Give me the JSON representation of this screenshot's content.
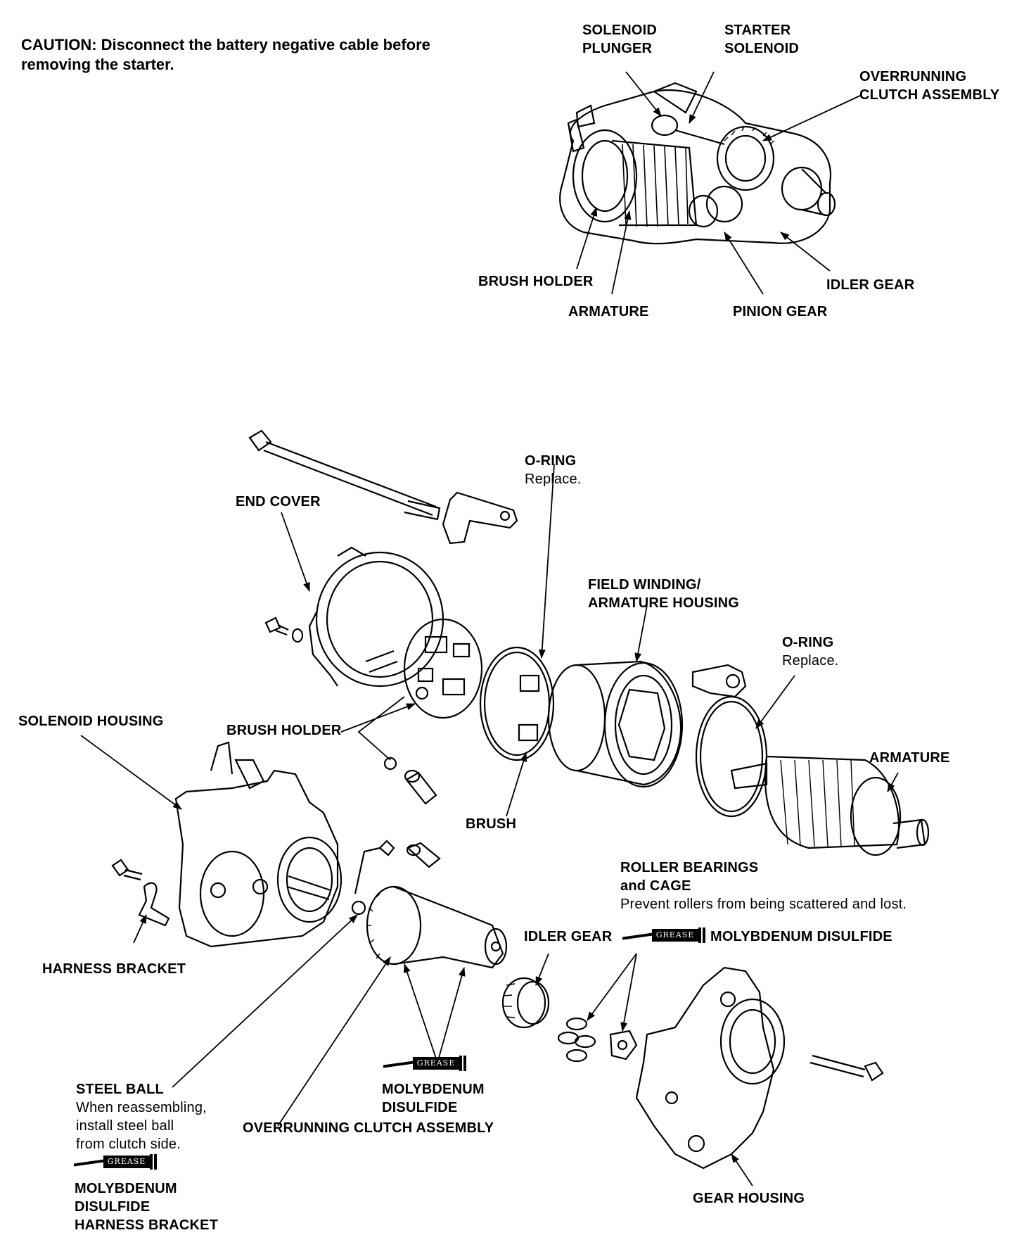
{
  "caution": "CAUTION:  Disconnect the battery negative cable before removing the starter.",
  "grease_tag": "GREASE",
  "top_labels": {
    "solenoid_plunger": "SOLENOID\nPLUNGER",
    "starter_solenoid": "STARTER\nSOLENOID",
    "overrunning_clutch": "OVERRUNNING\nCLUTCH ASSEMBLY",
    "brush_holder": "BRUSH HOLDER",
    "armature": "ARMATURE",
    "pinion_gear": "PINION GEAR",
    "idler_gear": "IDLER GEAR"
  },
  "exploded_labels": {
    "end_cover": "END COVER",
    "o_ring_1": "O-RING",
    "o_ring_1_note": "Replace.",
    "field_winding": "FIELD WINDING/\nARMATURE HOUSING",
    "o_ring_2": "O-RING",
    "o_ring_2_note": "Replace.",
    "solenoid_housing": "SOLENOID HOUSING",
    "brush_holder": "BRUSH HOLDER",
    "armature": "ARMATURE",
    "brush": "BRUSH",
    "roller_bearings": "ROLLER BEARINGS\nand CAGE",
    "roller_note": "Prevent rollers from being scattered and lost.",
    "idler_gear": "IDLER GEAR",
    "molybdenum_top": "MOLYBDENUM DISULFIDE",
    "harness_bracket": "HARNESS BRACKET",
    "steel_ball": "STEEL BALL",
    "steel_ball_note": "When reassembling,\ninstall steel ball\nfrom clutch side.",
    "molybdenum_mid": "MOLYBDENUM\nDISULFIDE",
    "overrunning_clutch": "OVERRUNNING CLUTCH ASSEMBLY",
    "molybdenum_bottom": "MOLYBDENUM\nDISULFIDE\nHARNESS BRACKET",
    "gear_housing": "GEAR HOUSING"
  }
}
